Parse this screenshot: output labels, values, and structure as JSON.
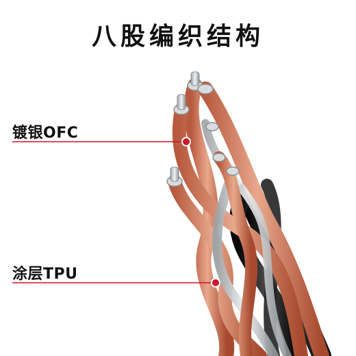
{
  "title": "八股编织结构",
  "labels": {
    "silver_plated_ofc": "镀银OFC",
    "tpu_coating": "涂层TPU"
  },
  "colors": {
    "accent_red": "#d0122b",
    "copper": "#c9775a",
    "silver": "#cfd2d4",
    "tpu_black": "#1a1a1a"
  }
}
